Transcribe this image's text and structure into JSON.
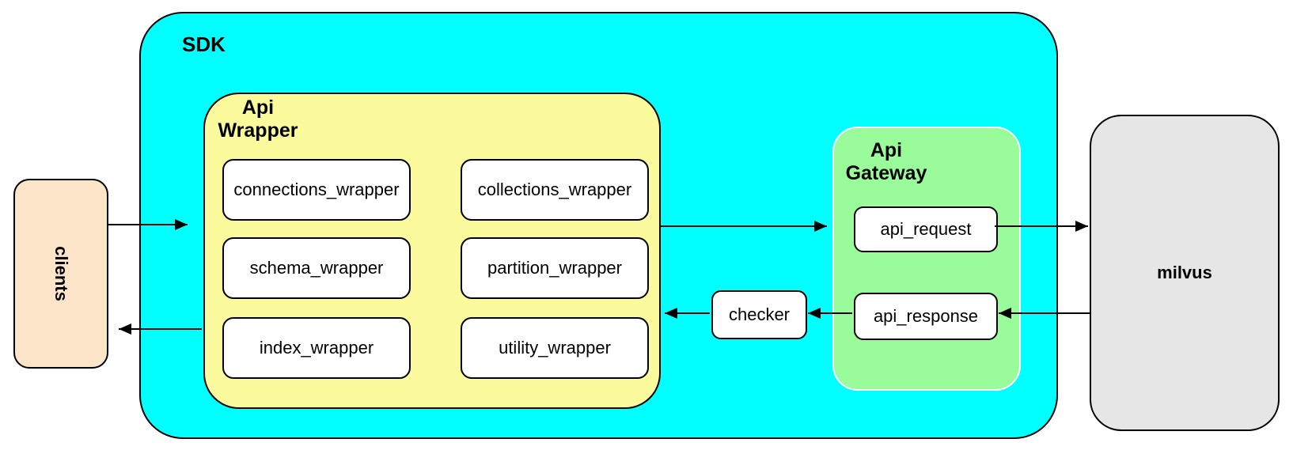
{
  "diagram": {
    "type": "architecture-flow-diagram",
    "colors": {
      "sdk_fill": "#00FFFF",
      "api_wrapper_fill": "#FBFB9E",
      "api_gateway_fill": "#99FB99",
      "clients_fill": "#FCE4C8",
      "milvus_fill": "#E6E6E6",
      "inner_box_fill": "#FFFFFF",
      "border": "#000000"
    },
    "nodes": {
      "clients": {
        "label": "clients"
      },
      "sdk": {
        "label": "SDK"
      },
      "api_wrapper": {
        "label_line1": "Api",
        "label_line2": "Wrapper",
        "boxes": [
          {
            "label": "connections_wrapper"
          },
          {
            "label": "collections_wrapper"
          },
          {
            "label": "schema_wrapper"
          },
          {
            "label": "partition_wrapper"
          },
          {
            "label": "index_wrapper"
          },
          {
            "label": "utility_wrapper"
          }
        ]
      },
      "checker": {
        "label": "checker"
      },
      "api_gateway": {
        "label_line1": "Api",
        "label_line2": "Gateway",
        "boxes": [
          {
            "label": "api_request"
          },
          {
            "label": "api_response"
          }
        ]
      },
      "milvus": {
        "label": "milvus"
      }
    },
    "edges": [
      {
        "from": "clients",
        "to": "sdk"
      },
      {
        "from": "api_wrapper",
        "to": "api_gateway"
      },
      {
        "from": "api_request",
        "to": "milvus"
      },
      {
        "from": "milvus",
        "to": "api_response"
      },
      {
        "from": "api_response",
        "to": "checker"
      },
      {
        "from": "checker",
        "to": "api_wrapper"
      },
      {
        "from": "sdk",
        "to": "clients"
      }
    ]
  }
}
